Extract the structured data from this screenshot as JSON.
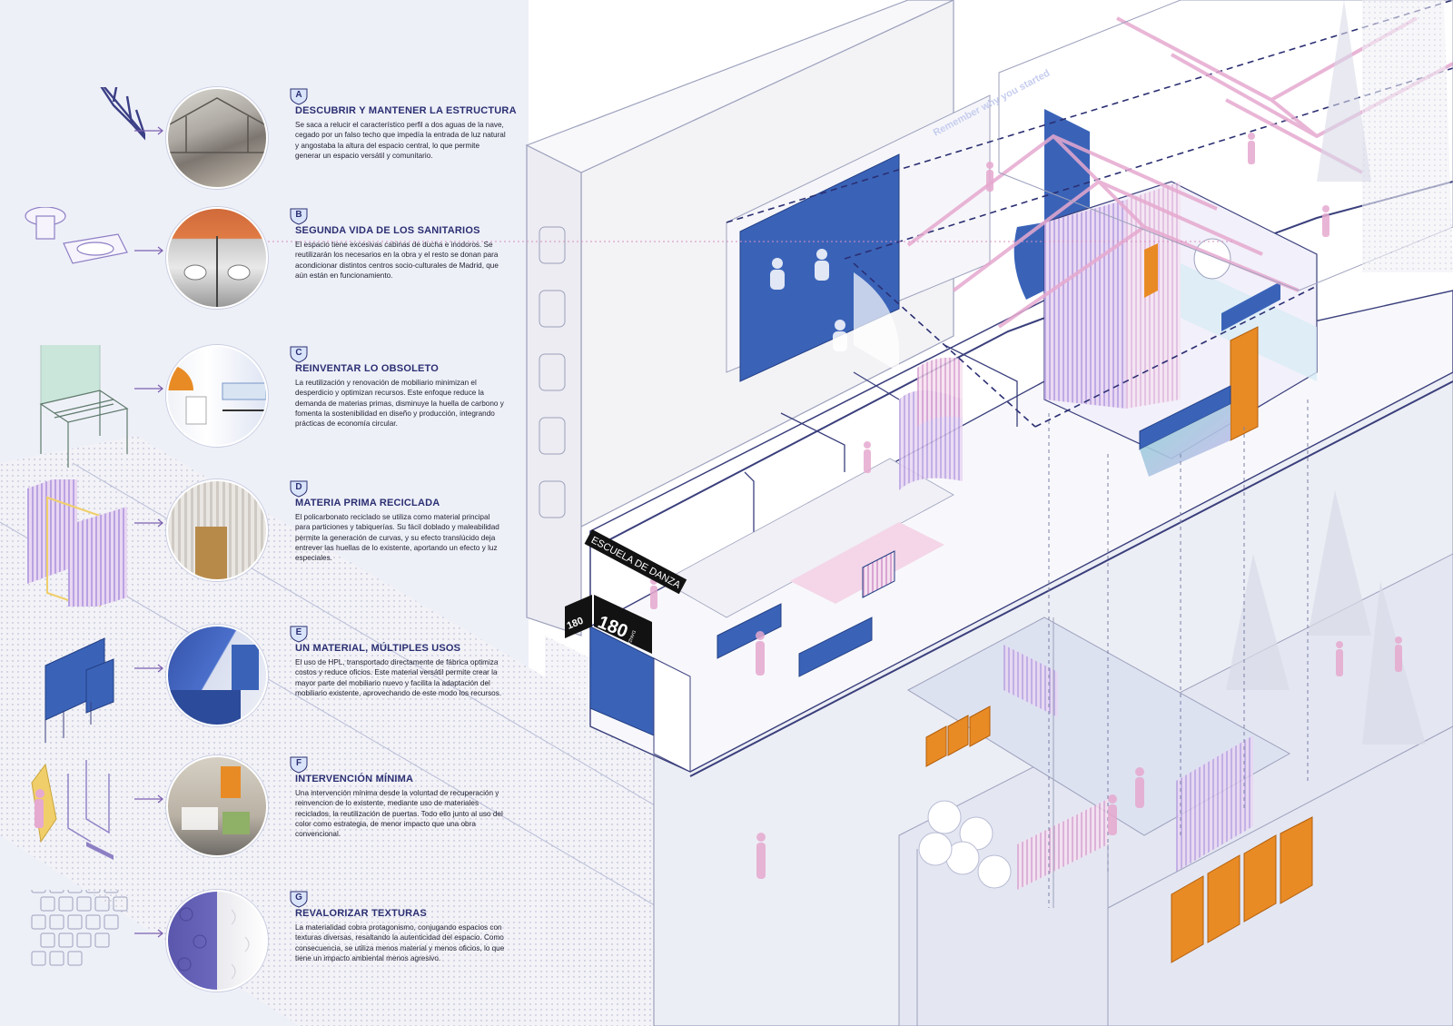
{
  "items": [
    {
      "letter": "A",
      "title": "DESCUBRIR Y MANTENER LA ESTRUCTURA",
      "icon": "roof-truss",
      "text": "Se saca a relucir el característico perfil a dos aguas de la nave, cegado por un falso techo que impedía la entrada de luz natural y angostaba la altura del espacio central, lo que permite generar un espacio versátil y comunitario."
    },
    {
      "letter": "B",
      "title": "SEGUNDA VIDA DE LOS SANITARIOS",
      "icon": "toilet-and-sink",
      "text": "El espacio tiene excesivas cabinas de ducha e inodoros. Se reutilizarán los necesarios en la obra y el resto se donan para acondicionar distintos centros socio-culturales de Madrid, que aún están en funcionamiento."
    },
    {
      "letter": "C",
      "title": "REINVENTAR LO OBSOLETO",
      "icon": "bench-with-mirror",
      "text": "La reutilización y renovación de mobiliario minimizan el desperdicio y optimizan recursos. Este enfoque reduce la demanda de materias primas, disminuye la huella de carbono y fomenta la sostenibilidad en diseño y producción, integrando prácticas de economía circular."
    },
    {
      "letter": "D",
      "title": "MATERIA PRIMA RECICLADA",
      "icon": "polycarbonate-panels",
      "text": "El policarbonato reciclado se utiliza como material principal para particiones y tabiquerías. Su fácil doblado y maleabilidad permite la generación de curvas, y su efecto translúcido deja entrever las huellas de lo existente, aportando un efecto y luz especiales."
    },
    {
      "letter": "E",
      "title": "UN MATERIAL, MÚLTIPLES USOS",
      "icon": "hpl-furniture",
      "text": "El uso de HPL, transportado directamente de fábrica optimiza costos y reduce oficios. Este material versátil permite crear la mayor parte del mobiliario nuevo y facilita la adaptación del mobiliario existente,  aprovechando de este modo los recursos."
    },
    {
      "letter": "F",
      "title": "INTERVENCIÓN MÍNIMA",
      "icon": "person-carrying-door",
      "text": "Una intervención mínima desde la voluntad de recuperación y reinvencion de lo existente, mediante uso de materiales reciclados, la reutilización de puertas. Todo ello  junto al uso del color como estrategia, de menor impacto que una obra convencional."
    },
    {
      "letter": "G",
      "title": "REVALORIZAR TEXTURAS",
      "icon": "tile-grid",
      "text": "La materialidad cobra protagonismo, conjugando espacios con texturas diversas, resaltando la autenticidad del espacio. Como consecuencia, se utiliza menos material y menos oficios, lo que tiene un impacto ambiental menos agresivo."
    }
  ],
  "signage": {
    "school_sign": "ESCUELA DE DANZA",
    "number_small": "180",
    "number_large": "180",
    "number_suffix": "DANZA"
  },
  "wall_text": "Remember why you started",
  "colors": {
    "navy": "#2b2f72",
    "blue": "#3a63b8",
    "orange": "#e88b25",
    "pink": "#e6a9cf",
    "lavender": "#b7a6dc",
    "panel": "#eef0f8",
    "line": "#7b7fa6"
  }
}
